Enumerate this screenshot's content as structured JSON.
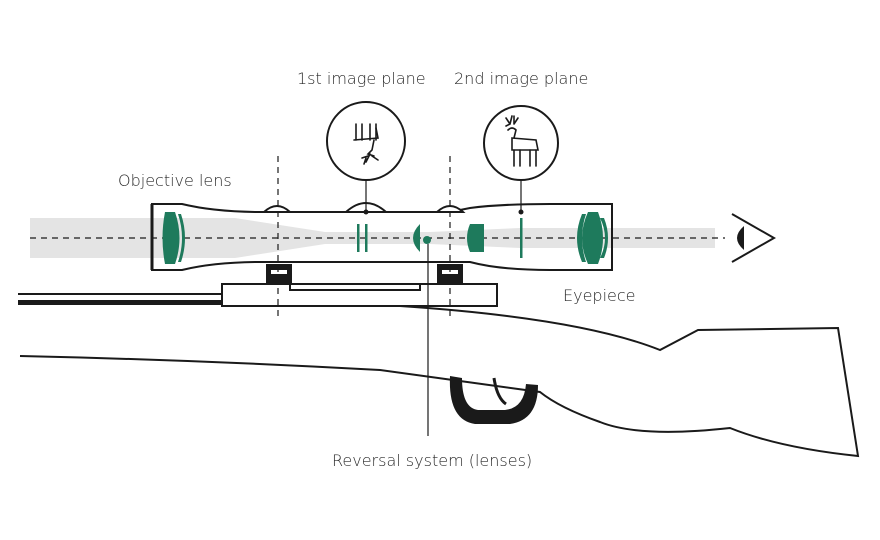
{
  "labels": {
    "first_image_plane": "1st image plane",
    "second_image_plane": "2nd image plane",
    "objective_lens": "Objective lens",
    "eyepiece": "Eyepiece",
    "reversal_system": "Reversal system (lenses)"
  },
  "colors": {
    "lens": "#1e7a5c",
    "outline": "#1a1a1a",
    "light_path": "#e4e4e4"
  },
  "icons": {
    "first_plane": "inverted-deer-icon",
    "second_plane": "upright-deer-icon",
    "eye": "eye-icon"
  }
}
